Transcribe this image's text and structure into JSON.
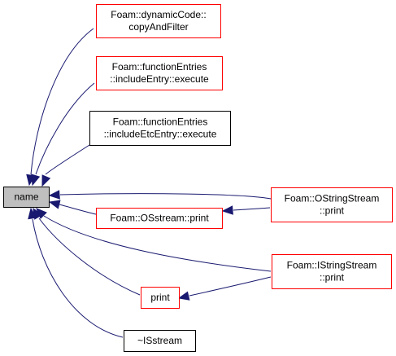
{
  "graph": {
    "colors": {
      "edge": "#191970",
      "border_default": "#ff0000",
      "border_plain": "#000000",
      "focus_fill": "#bfbfbf",
      "node_fill": "#ffffff"
    },
    "nodes": [
      {
        "id": "name",
        "lines": [
          "name"
        ],
        "focus": true
      },
      {
        "id": "copyAndFilter",
        "lines": [
          "Foam::dynamicCode::",
          "copyAndFilter"
        ]
      },
      {
        "id": "includeEntry",
        "lines": [
          "Foam::functionEntries",
          "::includeEntry::execute"
        ]
      },
      {
        "id": "includeEtcEntry",
        "lines": [
          "Foam::functionEntries",
          "::includeEtcEntry::execute"
        ],
        "plain": true
      },
      {
        "id": "osstreamPrint",
        "lines": [
          "Foam::OSstream::print"
        ]
      },
      {
        "id": "ostringPrint",
        "lines": [
          "Foam::OStringStream",
          "::print"
        ]
      },
      {
        "id": "istringPrint",
        "lines": [
          "Foam::IStringStream",
          "::print"
        ]
      },
      {
        "id": "print",
        "lines": [
          "print"
        ]
      },
      {
        "id": "isstreamDtor",
        "lines": [
          "~ISstream"
        ],
        "plain": true
      }
    ],
    "edges": [
      {
        "from": "copyAndFilter",
        "to": "name"
      },
      {
        "from": "includeEntry",
        "to": "name"
      },
      {
        "from": "includeEtcEntry",
        "to": "name"
      },
      {
        "from": "ostringPrint",
        "to": "name"
      },
      {
        "from": "osstreamPrint",
        "to": "name"
      },
      {
        "from": "istringPrint",
        "to": "name"
      },
      {
        "from": "print",
        "to": "name"
      },
      {
        "from": "isstreamDtor",
        "to": "name"
      },
      {
        "from": "ostringPrint",
        "to": "osstreamPrint"
      },
      {
        "from": "istringPrint",
        "to": "print"
      }
    ]
  }
}
